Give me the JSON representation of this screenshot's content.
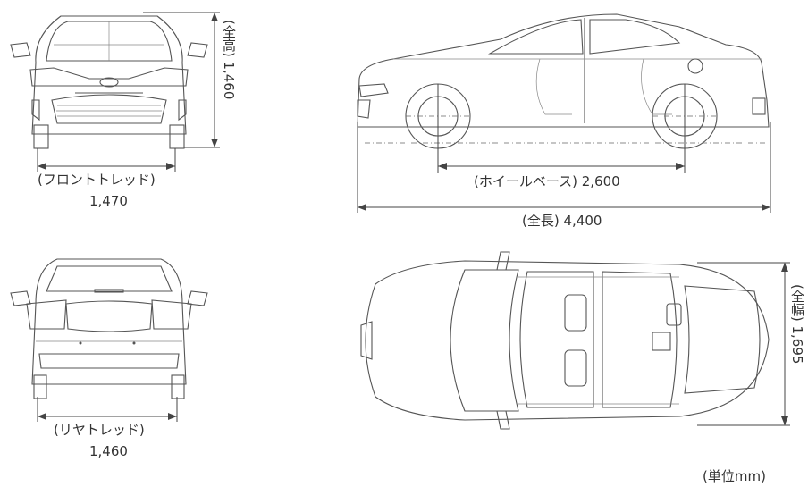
{
  "dimensions": {
    "height_label": "(全高) 1,460",
    "front_tread_label": "(フロントトレッド)",
    "front_tread_value": "1,470",
    "rear_tread_label": "(リヤトレッド)",
    "rear_tread_value": "1,460",
    "wheelbase_label": "(ホイールベース) 2,600",
    "length_label": "(全長) 4,400",
    "width_label": "(全幅) 1,695"
  },
  "unit_note": "(単位mm)",
  "colors": {
    "line": "#555555",
    "text": "#333333",
    "background": "#ffffff"
  }
}
